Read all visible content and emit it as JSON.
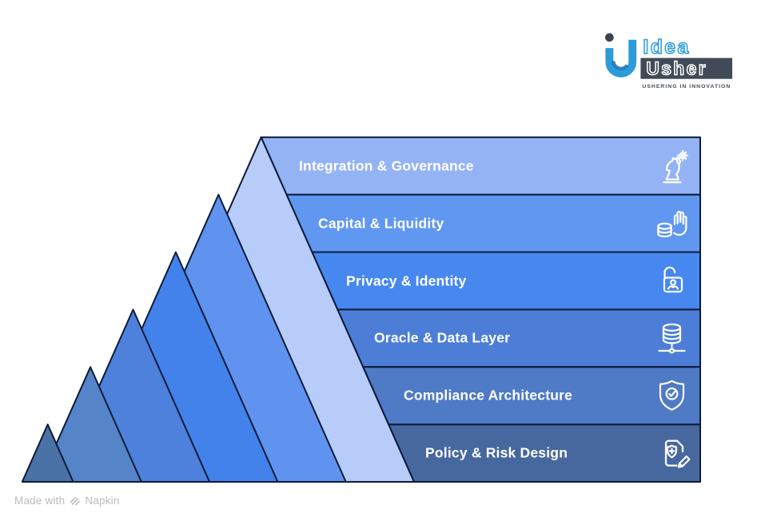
{
  "logo": {
    "brand_top": "Idea",
    "brand_bottom": "Usher",
    "tagline": "USHERING IN INNOVATION",
    "colors": {
      "blue": "#2B9CD8",
      "blue_dark": "#1C72B4",
      "slate": "#414B57"
    }
  },
  "diagram": {
    "outline_color": "#0D1B38",
    "label_color": "#FFFFFF",
    "icon_color": "#FFFFFF",
    "layers": [
      {
        "label": "Integration & Governance",
        "icon": "knight-gear-icon",
        "band_color": "#93B3F4",
        "peak_color": "#B7CCF8"
      },
      {
        "label": "Capital & Liquidity",
        "icon": "hand-coins-icon",
        "band_color": "#6097F0",
        "peak_color": "#5F93EF"
      },
      {
        "label": "Privacy & Identity",
        "icon": "unlocked-id-icon",
        "band_color": "#4787F0",
        "peak_color": "#4482EB"
      },
      {
        "label": "Oracle & Data Layer",
        "icon": "database-network-icon",
        "band_color": "#4C7ED8",
        "peak_color": "#4E81DB"
      },
      {
        "label": "Compliance Architecture",
        "icon": "shield-check-icon",
        "band_color": "#4F7AC5",
        "peak_color": "#5584C8"
      },
      {
        "label": "Policy & Risk Design",
        "icon": "document-shield-pencil-icon",
        "band_color": "#47689F",
        "peak_color": "#4A72A6"
      }
    ]
  },
  "footer": {
    "made_with": "Made with",
    "brand": "Napkin"
  }
}
